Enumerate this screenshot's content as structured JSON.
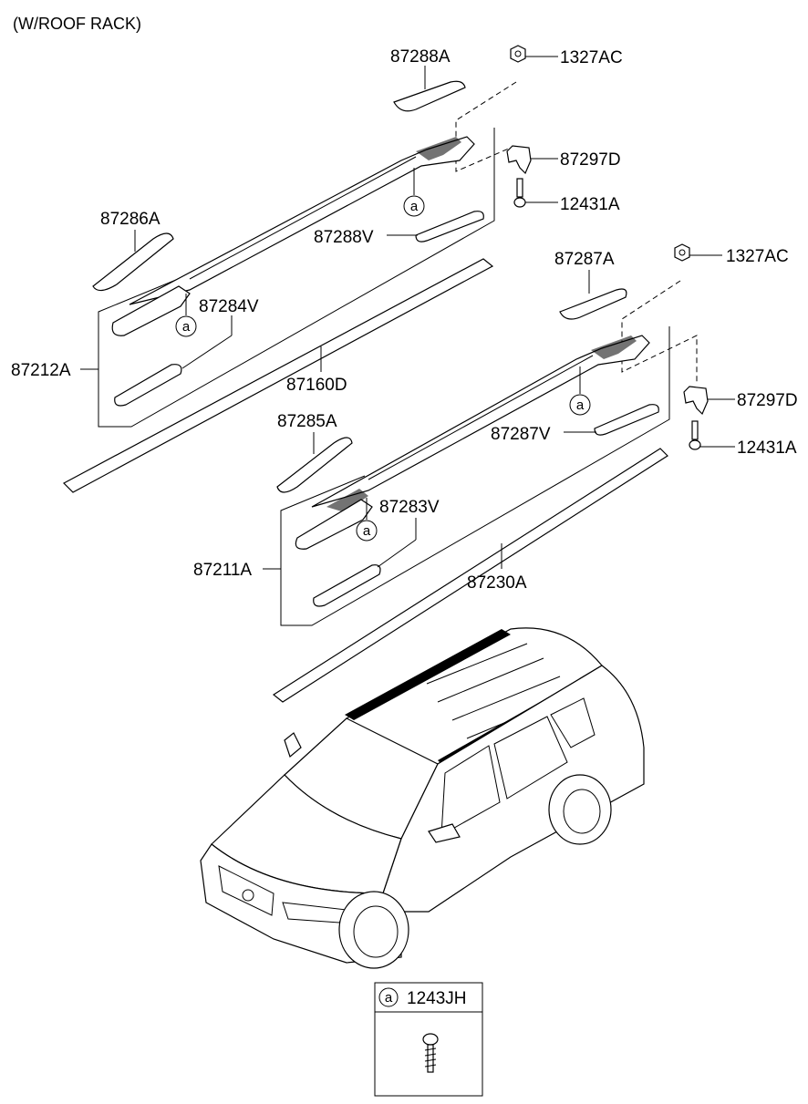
{
  "title": "(W/ROOF RACK)",
  "parts": {
    "p87288A": "87288A",
    "p1327AC_top": "1327AC",
    "p87297D_top": "87297D",
    "p12431A_top": "12431A",
    "p87286A": "87286A",
    "p87288V": "87288V",
    "p87284V": "87284V",
    "p87212A": "87212A",
    "p87160D": "87160D",
    "p87287A": "87287A",
    "p1327AC_bot": "1327AC",
    "p87297D_bot": "87297D",
    "p12431A_bot": "12431A",
    "p87287V": "87287V",
    "p87285A": "87285A",
    "p87283V": "87283V",
    "p87211A": "87211A",
    "p87230A": "87230A"
  },
  "callout": "a",
  "legend": {
    "ref": "a",
    "part": "1243JH"
  }
}
